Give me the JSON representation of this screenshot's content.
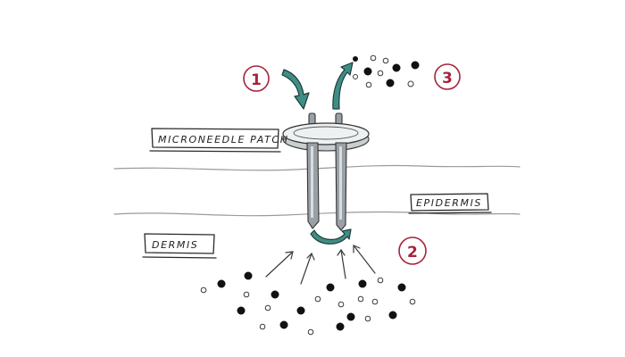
{
  "labels": {
    "patch": "MICRONEEDLE PATCH",
    "epidermis": "EPIDERMIS",
    "dermis": "DERMIS"
  },
  "steps": [
    "1",
    "2",
    "3"
  ],
  "icons": {
    "arrow_in": "curved-arrow-down-icon",
    "arrow_out": "curved-arrow-up-icon",
    "arrow_uptake": "u-turn-arrow-icon"
  },
  "colors": {
    "step_accent": "#a5243a",
    "arrow_teal": "#3f8e86"
  }
}
